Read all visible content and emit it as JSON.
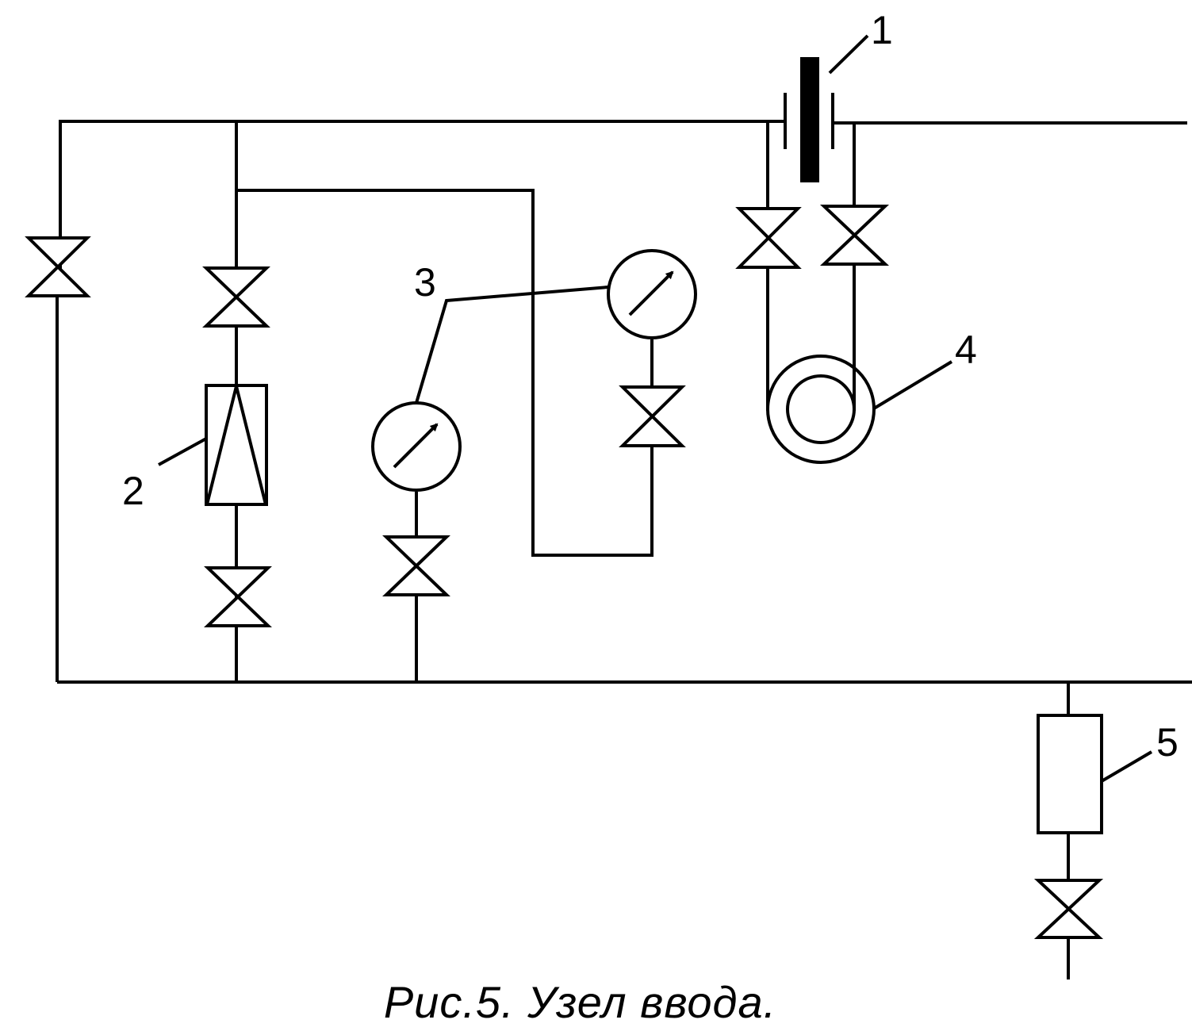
{
  "caption": "Рис.5. Узел ввода.",
  "labels": {
    "l1": "1",
    "l2": "2",
    "l3": "3",
    "l4": "4",
    "l5": "5"
  },
  "colors": {
    "line": "#000000",
    "background": "#ffffff"
  },
  "symbols": [
    "valve-icon",
    "filter-icon",
    "pressure-gauge-icon",
    "orifice-plate-icon",
    "coil-icon",
    "drain-filter-icon"
  ]
}
